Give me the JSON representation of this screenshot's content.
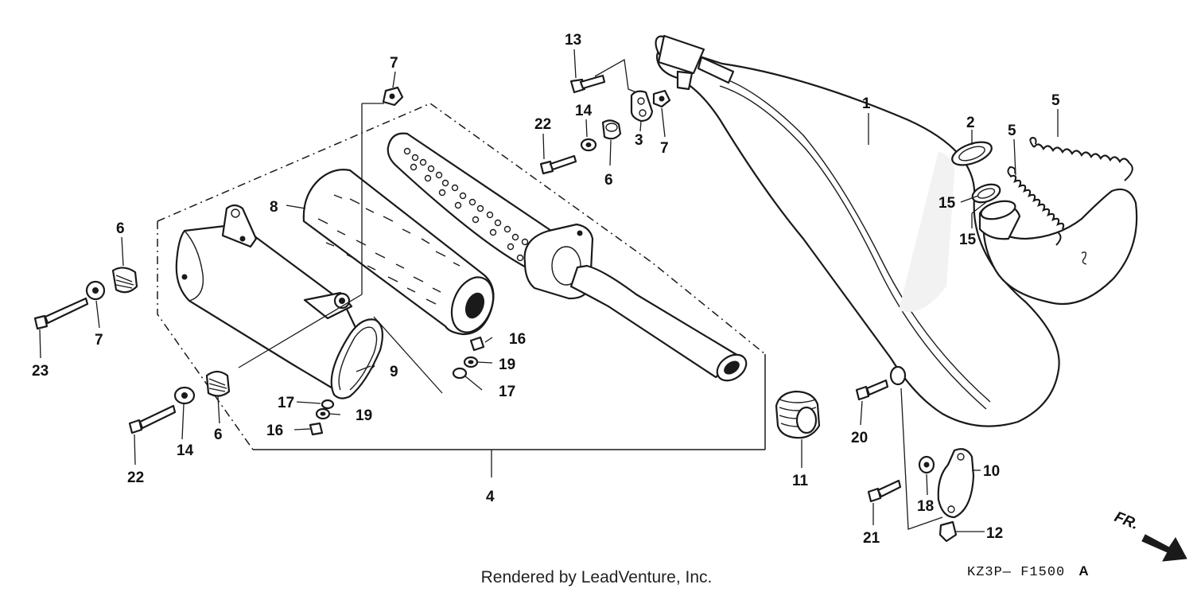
{
  "footer": {
    "rendered_by": "Rendered by LeadVenture, Inc."
  },
  "diagram_code": "KZ3P— F1500",
  "diagram_revision": "A",
  "front_arrow_label": "FR.",
  "callouts": {
    "c1": "1",
    "c2": "2",
    "c3": "3",
    "c4": "4",
    "c5a": "5",
    "c5b": "5",
    "c6a": "6",
    "c6b": "6",
    "c6c": "6",
    "c7a": "7",
    "c7b": "7",
    "c7c": "7",
    "c8": "8",
    "c9": "9",
    "c10": "10",
    "c11": "11",
    "c12": "12",
    "c13": "13",
    "c14a": "14",
    "c14b": "14",
    "c15a": "15",
    "c15b": "15",
    "c16a": "16",
    "c16b": "16",
    "c17a": "17",
    "c17b": "17",
    "c18": "18",
    "c19a": "19",
    "c19b": "19",
    "c20": "20",
    "c21": "21",
    "c22a": "22",
    "c22b": "22",
    "c23": "23"
  }
}
